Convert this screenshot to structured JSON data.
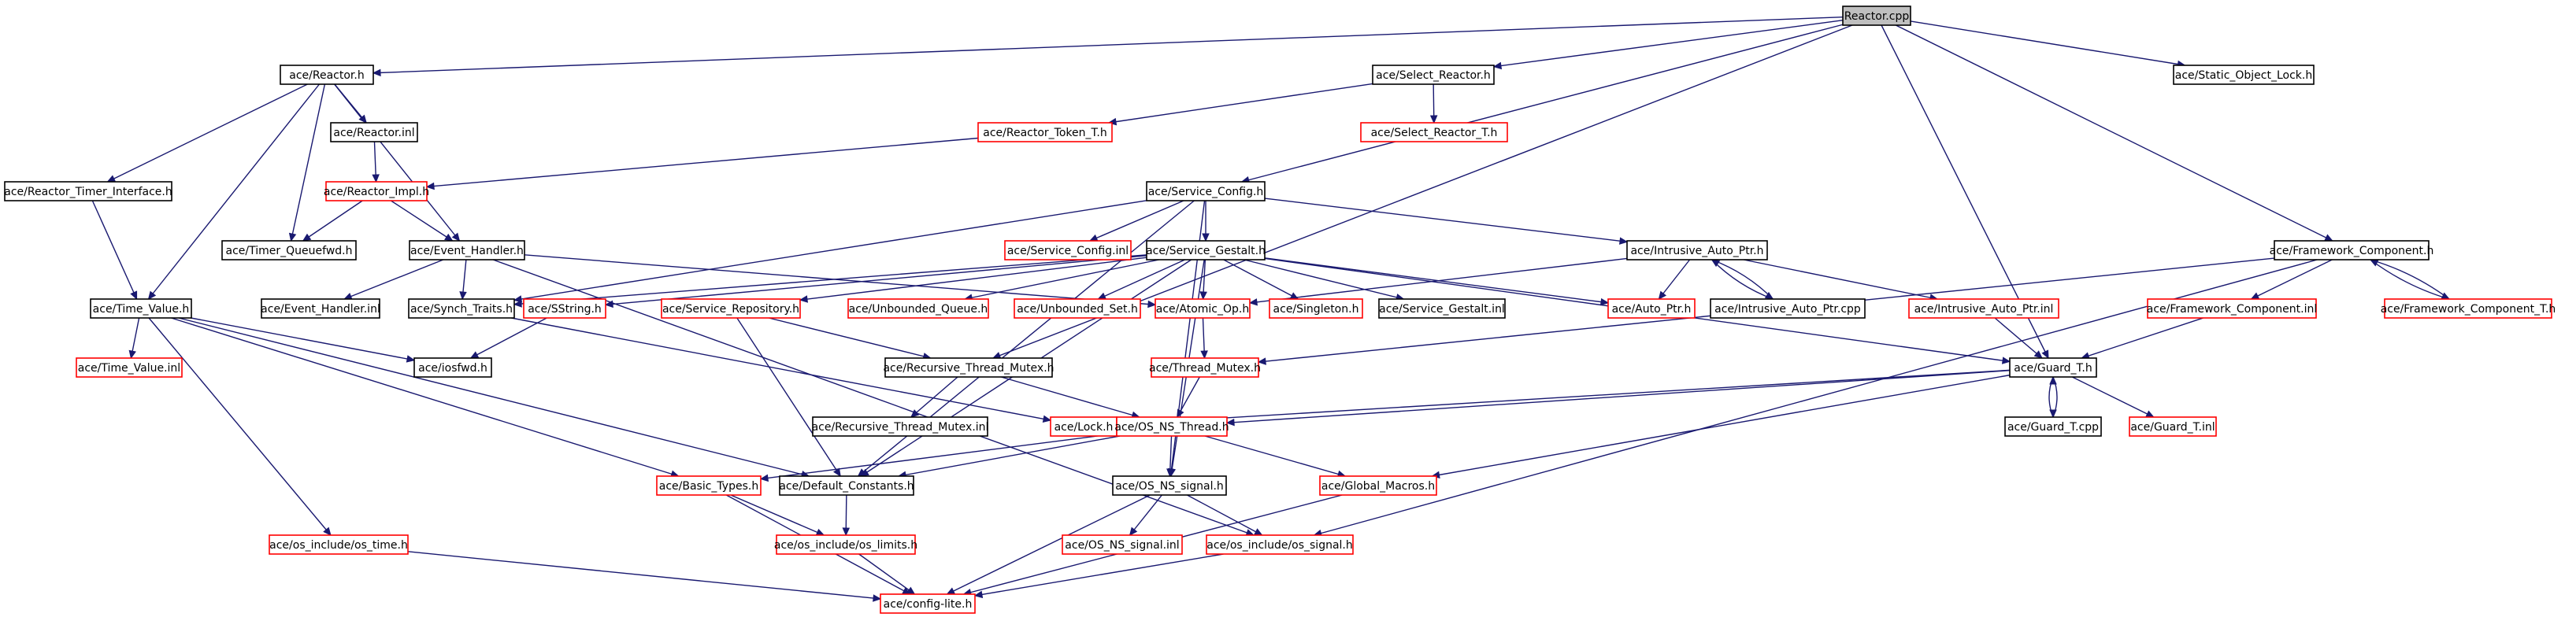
{
  "graph": {
    "root": "reactor-cpp",
    "edge_color": "#191970",
    "node_border_default": "#000000",
    "node_border_missing": "#ff0000",
    "root_fill": "#bfbfbf",
    "nodes": [
      {
        "id": "reactor-cpp",
        "label": "Reactor.cpp",
        "style": "root"
      },
      {
        "id": "ace-reactor-h",
        "label": "ace/Reactor.h",
        "style": "normal"
      },
      {
        "id": "ace-select-reactor-h",
        "label": "ace/Select_Reactor.h",
        "style": "normal"
      },
      {
        "id": "ace-static-object-lock-h",
        "label": "ace/Static_Object_Lock.h",
        "style": "normal"
      },
      {
        "id": "ace-reactor-inl",
        "label": "ace/Reactor.inl",
        "style": "normal"
      },
      {
        "id": "ace-reactor-token-t-h",
        "label": "ace/Reactor_Token_T.h",
        "style": "red"
      },
      {
        "id": "ace-select-reactor-t-h",
        "label": "ace/Select_Reactor_T.h",
        "style": "red"
      },
      {
        "id": "ace-reactor-timer-interface-h",
        "label": "ace/Reactor_Timer_Interface.h",
        "style": "normal"
      },
      {
        "id": "ace-reactor-impl-h",
        "label": "ace/Reactor_Impl.h",
        "style": "red"
      },
      {
        "id": "ace-service-config-h",
        "label": "ace/Service_Config.h",
        "style": "normal"
      },
      {
        "id": "ace-timer-queuefwd-h",
        "label": "ace/Timer_Queuefwd.h",
        "style": "normal"
      },
      {
        "id": "ace-event-handler-h",
        "label": "ace/Event_Handler.h",
        "style": "normal"
      },
      {
        "id": "ace-service-config-inl",
        "label": "ace/Service_Config.inl",
        "style": "red"
      },
      {
        "id": "ace-service-gestalt-h",
        "label": "ace/Service_Gestalt.h",
        "style": "normal"
      },
      {
        "id": "ace-intrusive-auto-ptr-h",
        "label": "ace/Intrusive_Auto_Ptr.h",
        "style": "normal"
      },
      {
        "id": "ace-framework-component-h",
        "label": "ace/Framework_Component.h",
        "style": "normal"
      },
      {
        "id": "ace-time-value-h",
        "label": "ace/Time_Value.h",
        "style": "normal"
      },
      {
        "id": "ace-event-handler-inl",
        "label": "ace/Event_Handler.inl",
        "style": "normal"
      },
      {
        "id": "ace-synch-traits-h",
        "label": "ace/Synch_Traits.h",
        "style": "normal"
      },
      {
        "id": "ace-sstring-h",
        "label": "ace/SString.h",
        "style": "red"
      },
      {
        "id": "ace-service-repository-h",
        "label": "ace/Service_Repository.h",
        "style": "red"
      },
      {
        "id": "ace-unbounded-queue-h",
        "label": "ace/Unbounded_Queue.h",
        "style": "red"
      },
      {
        "id": "ace-unbounded-set-h",
        "label": "ace/Unbounded_Set.h",
        "style": "red"
      },
      {
        "id": "ace-atomic-op-h",
        "label": "ace/Atomic_Op.h",
        "style": "red"
      },
      {
        "id": "ace-singleton-h",
        "label": "ace/Singleton.h",
        "style": "red"
      },
      {
        "id": "ace-service-gestalt-inl",
        "label": "ace/Service_Gestalt.inl",
        "style": "normal"
      },
      {
        "id": "ace-auto-ptr-h",
        "label": "ace/Auto_Ptr.h",
        "style": "red"
      },
      {
        "id": "ace-intrusive-auto-ptr-cpp",
        "label": "ace/Intrusive_Auto_Ptr.cpp",
        "style": "normal"
      },
      {
        "id": "ace-intrusive-auto-ptr-inl",
        "label": "ace/Intrusive_Auto_Ptr.inl",
        "style": "red"
      },
      {
        "id": "ace-framework-component-inl",
        "label": "ace/Framework_Component.inl",
        "style": "red"
      },
      {
        "id": "ace-framework-component-t-h",
        "label": "ace/Framework_Component_T.h",
        "style": "red"
      },
      {
        "id": "ace-time-value-inl",
        "label": "ace/Time_Value.inl",
        "style": "red"
      },
      {
        "id": "ace-iosfwd-h",
        "label": "ace/iosfwd.h",
        "style": "normal"
      },
      {
        "id": "ace-recursive-thread-mutex-h",
        "label": "ace/Recursive_Thread_Mutex.h",
        "style": "normal"
      },
      {
        "id": "ace-thread-mutex-h",
        "label": "ace/Thread_Mutex.h",
        "style": "red"
      },
      {
        "id": "ace-guard-t-h",
        "label": "ace/Guard_T.h",
        "style": "normal"
      },
      {
        "id": "ace-recursive-thread-mutex-inl",
        "label": "ace/Recursive_Thread_Mutex.inl",
        "style": "normal"
      },
      {
        "id": "ace-lock-h",
        "label": "ace/Lock.h",
        "style": "red"
      },
      {
        "id": "ace-os-ns-thread-h",
        "label": "ace/OS_NS_Thread.h",
        "style": "red"
      },
      {
        "id": "ace-guard-t-cpp",
        "label": "ace/Guard_T.cpp",
        "style": "normal"
      },
      {
        "id": "ace-guard-t-inl",
        "label": "ace/Guard_T.inl",
        "style": "red"
      },
      {
        "id": "ace-basic-types-h",
        "label": "ace/Basic_Types.h",
        "style": "red"
      },
      {
        "id": "ace-default-constants-h",
        "label": "ace/Default_Constants.h",
        "style": "normal"
      },
      {
        "id": "ace-os-ns-signal-h",
        "label": "ace/OS_NS_signal.h",
        "style": "normal"
      },
      {
        "id": "ace-global-macros-h",
        "label": "ace/Global_Macros.h",
        "style": "red"
      },
      {
        "id": "ace-os-include-os-time-h",
        "label": "ace/os_include/os_time.h",
        "style": "red"
      },
      {
        "id": "ace-os-include-os-limits-h",
        "label": "ace/os_include/os_limits.h",
        "style": "red"
      },
      {
        "id": "ace-os-ns-signal-inl",
        "label": "ace/OS_NS_signal.inl",
        "style": "red"
      },
      {
        "id": "ace-os-include-os-signal-h",
        "label": "ace/os_include/os_signal.h",
        "style": "red"
      },
      {
        "id": "ace-config-lite-h",
        "label": "ace/config-lite.h",
        "style": "red"
      }
    ],
    "edges": [
      [
        "reactor-cpp",
        "ace-reactor-h"
      ],
      [
        "reactor-cpp",
        "ace-select-reactor-h"
      ],
      [
        "reactor-cpp",
        "ace-static-object-lock-h"
      ],
      [
        "reactor-cpp",
        "ace-service-config-h"
      ],
      [
        "reactor-cpp",
        "ace-framework-component-h"
      ],
      [
        "reactor-cpp",
        "ace-guard-t-h"
      ],
      [
        "reactor-cpp",
        "ace-recursive-thread-mutex-h"
      ],
      [
        "ace-reactor-h",
        "ace-reactor-inl"
      ],
      [
        "ace-reactor-h",
        "ace-reactor-timer-interface-h"
      ],
      [
        "ace-reactor-h",
        "ace-timer-queuefwd-h"
      ],
      [
        "ace-reactor-h",
        "ace-event-handler-h"
      ],
      [
        "ace-reactor-h",
        "ace-time-value-h"
      ],
      [
        "ace-reactor-inl",
        "ace-reactor-impl-h"
      ],
      [
        "ace-select-reactor-h",
        "ace-reactor-token-t-h"
      ],
      [
        "ace-select-reactor-h",
        "ace-select-reactor-t-h"
      ],
      [
        "ace-reactor-token-t-h",
        "ace-reactor-impl-h"
      ],
      [
        "ace-reactor-impl-h",
        "ace-timer-queuefwd-h"
      ],
      [
        "ace-reactor-impl-h",
        "ace-event-handler-h"
      ],
      [
        "ace-reactor-timer-interface-h",
        "ace-time-value-h"
      ],
      [
        "ace-service-config-h",
        "ace-service-config-inl"
      ],
      [
        "ace-service-config-h",
        "ace-service-gestalt-h"
      ],
      [
        "ace-service-config-h",
        "ace-intrusive-auto-ptr-h"
      ],
      [
        "ace-service-config-h",
        "ace-synch-traits-h"
      ],
      [
        "ace-service-config-h",
        "ace-default-constants-h"
      ],
      [
        "ace-service-config-h",
        "ace-os-ns-signal-h"
      ],
      [
        "ace-event-handler-h",
        "ace-event-handler-inl"
      ],
      [
        "ace-event-handler-h",
        "ace-synch-traits-h"
      ],
      [
        "ace-event-handler-h",
        "ace-atomic-op-h"
      ],
      [
        "ace-event-handler-h",
        "ace-os-include-os-signal-h"
      ],
      [
        "ace-service-gestalt-h",
        "ace-synch-traits-h"
      ],
      [
        "ace-service-gestalt-h",
        "ace-sstring-h"
      ],
      [
        "ace-service-gestalt-h",
        "ace-service-repository-h"
      ],
      [
        "ace-service-gestalt-h",
        "ace-unbounded-queue-h"
      ],
      [
        "ace-service-gestalt-h",
        "ace-unbounded-set-h"
      ],
      [
        "ace-service-gestalt-h",
        "ace-atomic-op-h"
      ],
      [
        "ace-service-gestalt-h",
        "ace-singleton-h"
      ],
      [
        "ace-service-gestalt-h",
        "ace-service-gestalt-inl"
      ],
      [
        "ace-service-gestalt-h",
        "ace-auto-ptr-h"
      ],
      [
        "ace-service-gestalt-h",
        "ace-guard-t-h"
      ],
      [
        "ace-service-gestalt-h",
        "ace-default-constants-h"
      ],
      [
        "ace-service-gestalt-h",
        "ace-os-ns-signal-h"
      ],
      [
        "ace-intrusive-auto-ptr-h",
        "ace-auto-ptr-h"
      ],
      [
        "ace-intrusive-auto-ptr-h",
        "ace-intrusive-auto-ptr-cpp"
      ],
      [
        "ace-intrusive-auto-ptr-h",
        "ace-intrusive-auto-ptr-inl"
      ],
      [
        "ace-intrusive-auto-ptr-h",
        "ace-atomic-op-h"
      ],
      [
        "ace-intrusive-auto-ptr-cpp",
        "ace-intrusive-auto-ptr-h"
      ],
      [
        "ace-intrusive-auto-ptr-inl",
        "ace-guard-t-h"
      ],
      [
        "ace-framework-component-h",
        "ace-framework-component-inl"
      ],
      [
        "ace-framework-component-h",
        "ace-framework-component-t-h"
      ],
      [
        "ace-framework-component-h",
        "ace-thread-mutex-h"
      ],
      [
        "ace-framework-component-h",
        "ace-os-include-os-signal-h"
      ],
      [
        "ace-framework-component-t-h",
        "ace-framework-component-h"
      ],
      [
        "ace-framework-component-inl",
        "ace-guard-t-h"
      ],
      [
        "ace-time-value-h",
        "ace-time-value-inl"
      ],
      [
        "ace-time-value-h",
        "ace-iosfwd-h"
      ],
      [
        "ace-time-value-h",
        "ace-basic-types-h"
      ],
      [
        "ace-time-value-h",
        "ace-default-constants-h"
      ],
      [
        "ace-time-value-h",
        "ace-os-include-os-time-h"
      ],
      [
        "ace-sstring-h",
        "ace-iosfwd-h"
      ],
      [
        "ace-synch-traits-h",
        "ace-lock-h"
      ],
      [
        "ace-service-repository-h",
        "ace-recursive-thread-mutex-h"
      ],
      [
        "ace-service-repository-h",
        "ace-default-constants-h"
      ],
      [
        "ace-atomic-op-h",
        "ace-thread-mutex-h"
      ],
      [
        "ace-recursive-thread-mutex-h",
        "ace-recursive-thread-mutex-inl"
      ],
      [
        "ace-recursive-thread-mutex-h",
        "ace-os-ns-thread-h"
      ],
      [
        "ace-thread-mutex-h",
        "ace-os-ns-thread-h"
      ],
      [
        "ace-guard-t-h",
        "ace-lock-h"
      ],
      [
        "ace-guard-t-h",
        "ace-os-ns-thread-h"
      ],
      [
        "ace-guard-t-h",
        "ace-guard-t-cpp"
      ],
      [
        "ace-guard-t-h",
        "ace-guard-t-inl"
      ],
      [
        "ace-guard-t-h",
        "ace-global-macros-h"
      ],
      [
        "ace-guard-t-cpp",
        "ace-guard-t-h"
      ],
      [
        "ace-os-ns-thread-h",
        "ace-basic-types-h"
      ],
      [
        "ace-os-ns-thread-h",
        "ace-default-constants-h"
      ],
      [
        "ace-os-ns-thread-h",
        "ace-os-ns-signal-h"
      ],
      [
        "ace-os-ns-thread-h",
        "ace-global-macros-h"
      ],
      [
        "ace-basic-types-h",
        "ace-os-include-os-limits-h"
      ],
      [
        "ace-basic-types-h",
        "ace-config-lite-h"
      ],
      [
        "ace-default-constants-h",
        "ace-os-include-os-limits-h"
      ],
      [
        "ace-os-include-os-limits-h",
        "ace-config-lite-h"
      ],
      [
        "ace-os-ns-signal-h",
        "ace-os-ns-signal-inl"
      ],
      [
        "ace-os-ns-signal-h",
        "ace-os-include-os-signal-h"
      ],
      [
        "ace-os-ns-signal-h",
        "ace-config-lite-h"
      ],
      [
        "ace-global-macros-h",
        "ace-config-lite-h"
      ],
      [
        "ace-os-include-os-signal-h",
        "ace-config-lite-h"
      ],
      [
        "ace-os-include-os-time-h",
        "ace-config-lite-h"
      ]
    ]
  }
}
